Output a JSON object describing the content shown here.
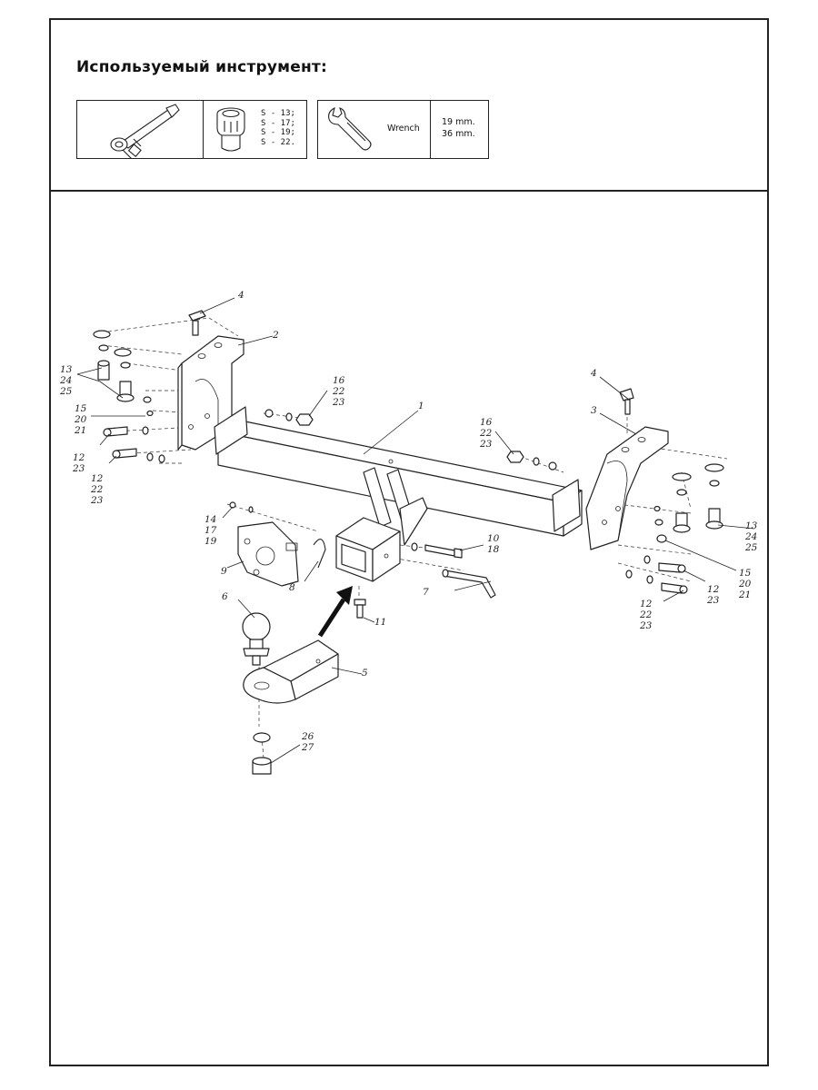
{
  "tools": {
    "title": "Используемый инструмент:",
    "ratchet_icon": "ratchet-wrench-icon",
    "socket_icon": "socket-head-icon",
    "socket_sizes": [
      "S - 13;",
      "S - 17;",
      "S - 19;",
      "S - 22."
    ],
    "wrench_icon": "open-end-wrench-icon",
    "wrench_label": "Wrench",
    "wrench_sizes": [
      "19 mm.",
      "36 mm."
    ]
  },
  "diagram": {
    "callouts": [
      {
        "id": "p1",
        "lines": [
          "1"
        ]
      },
      {
        "id": "p2",
        "lines": [
          "2"
        ]
      },
      {
        "id": "p3",
        "lines": [
          "3"
        ]
      },
      {
        "id": "p4a",
        "lines": [
          "4"
        ]
      },
      {
        "id": "p4b",
        "lines": [
          "4"
        ]
      },
      {
        "id": "p5",
        "lines": [
          "5"
        ]
      },
      {
        "id": "p6",
        "lines": [
          "6"
        ]
      },
      {
        "id": "p7",
        "lines": [
          "7"
        ]
      },
      {
        "id": "p8",
        "lines": [
          "8"
        ]
      },
      {
        "id": "p9",
        "lines": [
          "9"
        ]
      },
      {
        "id": "p10",
        "lines": [
          "10",
          "18"
        ]
      },
      {
        "id": "p11",
        "lines": [
          "11"
        ]
      },
      {
        "id": "p13l",
        "lines": [
          "13",
          "24",
          "25"
        ]
      },
      {
        "id": "p15l",
        "lines": [
          "15",
          "20",
          "21"
        ]
      },
      {
        "id": "p12l1",
        "lines": [
          "12",
          "23"
        ]
      },
      {
        "id": "p12l2",
        "lines": [
          "12",
          "22",
          "23"
        ]
      },
      {
        "id": "p16a",
        "lines": [
          "16",
          "22",
          "23"
        ]
      },
      {
        "id": "p16b",
        "lines": [
          "16",
          "22",
          "23"
        ]
      },
      {
        "id": "p14",
        "lines": [
          "14",
          "17",
          "19"
        ]
      },
      {
        "id": "p13r",
        "lines": [
          "13",
          "24",
          "25"
        ]
      },
      {
        "id": "p15r",
        "lines": [
          "15",
          "20",
          "21"
        ]
      },
      {
        "id": "p12r1",
        "lines": [
          "12",
          "23"
        ]
      },
      {
        "id": "p12r2",
        "lines": [
          "12",
          "22",
          "23"
        ]
      },
      {
        "id": "p26",
        "lines": [
          "26",
          "27"
        ]
      }
    ]
  }
}
